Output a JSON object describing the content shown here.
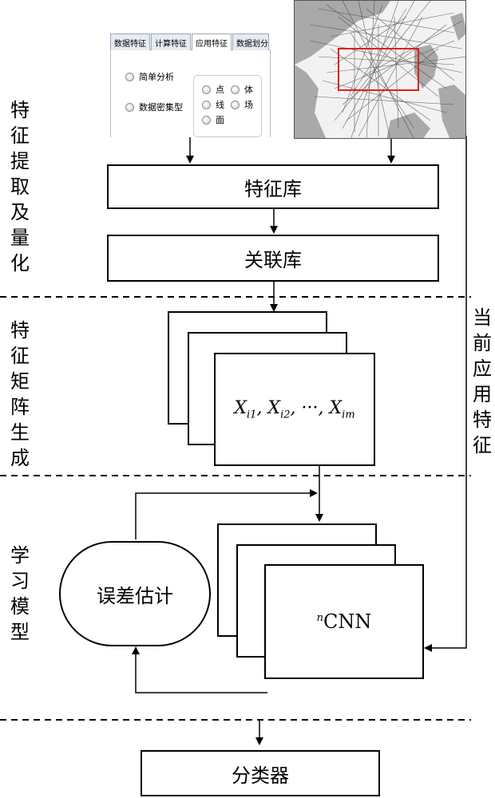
{
  "ui_panel": {
    "tabs": [
      "数据特征",
      "计算特征",
      "应用特征",
      "数据划分方法"
    ],
    "active_tab": "应用特征",
    "radio_options": [
      "简单分析",
      "数据密集型"
    ],
    "group_options": [
      "点",
      "体",
      "线",
      "场",
      "面"
    ]
  },
  "map": {
    "description_icon": "trajectory-map-icon",
    "highlight_color": "#e02020"
  },
  "sections": {
    "extraction": "特征提取及量化",
    "matrix": "特征矩阵生成",
    "model": "学习模型",
    "current_feature": "当前应用特征"
  },
  "boxes": {
    "feature_lib": "特征库",
    "association_lib": "关联库",
    "error_estimation": "误差估计",
    "classifier": "分类器"
  },
  "matrix_label": "X_i1, X_i2, ···, X_im",
  "cnn_label": {
    "superscript": "n",
    "text": "CNN"
  }
}
